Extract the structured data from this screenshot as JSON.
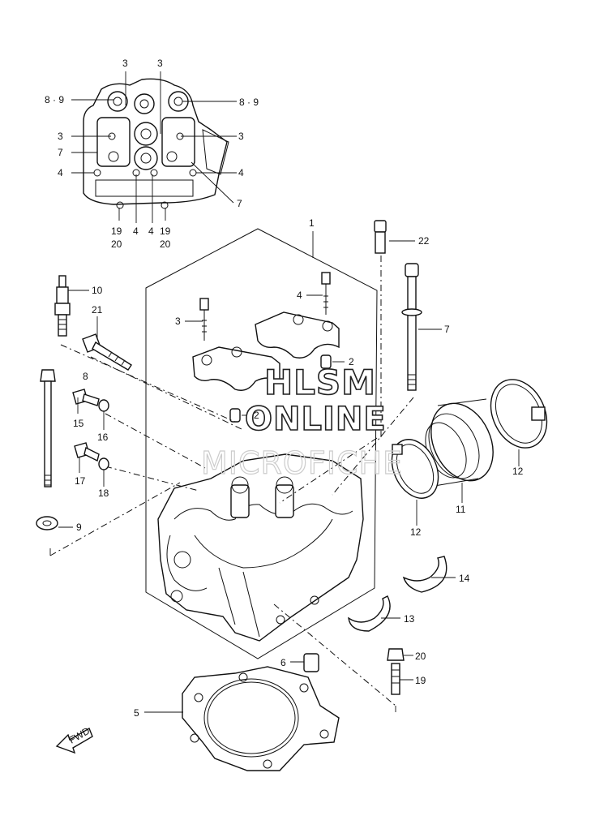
{
  "diagram": {
    "callouts": {
      "p1": "1",
      "p2a": "2",
      "p2b": "2",
      "p3_tl": "3",
      "p3_tr": "3",
      "p3_ml": "3",
      "p3_mr": "3",
      "p3_mid": "3",
      "p4_l": "4",
      "p4_r": "4",
      "p4_b1": "4",
      "p4_b2": "4",
      "p4_mid": "4",
      "p5": "5",
      "p6": "6",
      "p7_l": "7",
      "p7_r": "7",
      "p7_mid": "7",
      "p8": "8",
      "p89_l": "8 · 9",
      "p89_r": "8 · 9",
      "p9": "9",
      "p10": "10",
      "p11": "11",
      "p12a": "12",
      "p12b": "12",
      "p13": "13",
      "p14": "14",
      "p15": "15",
      "p16": "16",
      "p17": "17",
      "p18": "18",
      "p19_l": "19",
      "p19_r": "19",
      "p19_b": "19",
      "p20_l": "20",
      "p20_r": "20",
      "p20_b": "20",
      "p21": "21",
      "p22": "22"
    },
    "watermark": {
      "line1": "HLSM",
      "line2": "ONLINE",
      "line3": "MICROFICHE"
    },
    "arrow_label": "FWD"
  }
}
